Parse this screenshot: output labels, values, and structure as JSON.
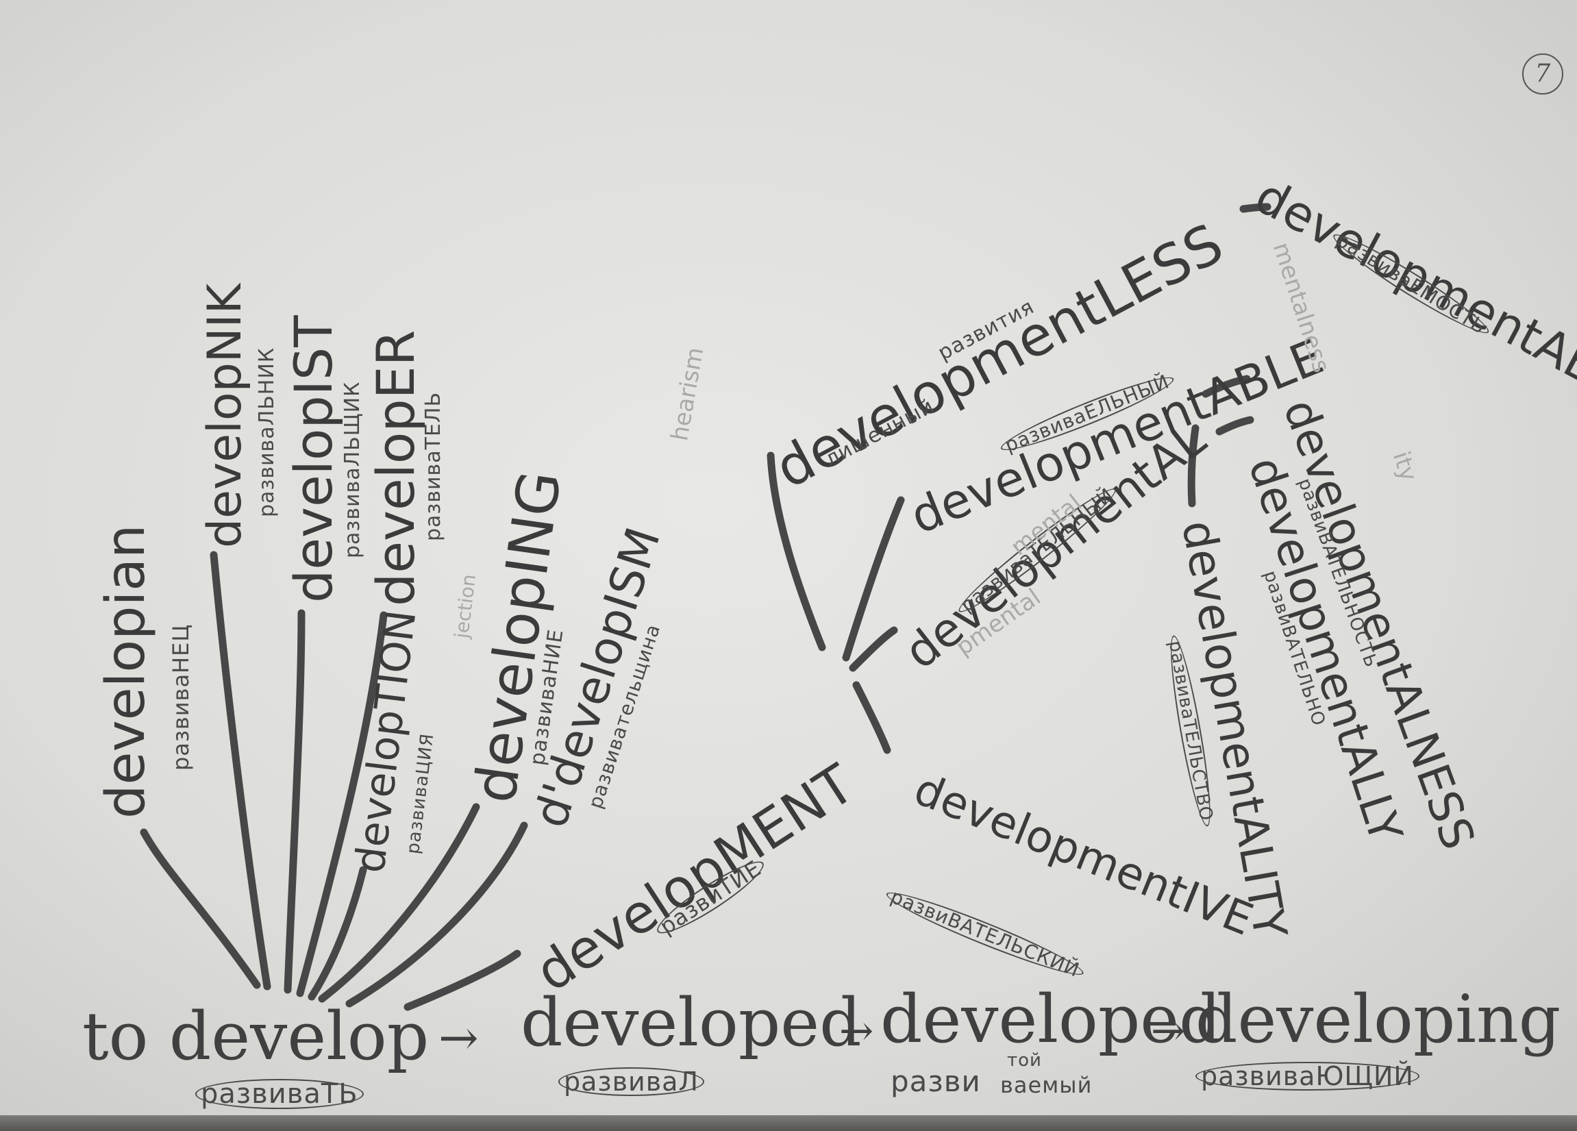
{
  "page_number": "7",
  "base_row": {
    "to_develop": "to develop",
    "to_develop_tr": "развиваТЬ",
    "developed_1": "developed",
    "developed_1_tr": "развиваЛ",
    "developed_2": "developed",
    "developed_2_tr_a": "разви",
    "developed_2_tr_b": "той",
    "developed_2_tr_c": "ваемый",
    "developing": "developing",
    "developing_tr": "развиваЮЩИЙ"
  },
  "fan": [
    {
      "word": "developian",
      "tr": "развиваНЕЦ"
    },
    {
      "word": "developNIK",
      "tr": "развиваЛЬНИК"
    },
    {
      "word": "developIST",
      "tr": "развиваЛЬЩИК"
    },
    {
      "word": "developER",
      "tr": "развиваТЕЛЬ"
    },
    {
      "word": "developTION",
      "tr": "развиваЦИЯ",
      "note": "jection"
    },
    {
      "word": "developING",
      "tr": "развиваНИЕ"
    },
    {
      "word": "d'developISM",
      "tr": "развивательщина"
    }
  ],
  "development": {
    "word": "developMENT",
    "tr": "развиТИЕ"
  },
  "branches": [
    {
      "word": "developmentLESS",
      "tr_a": "лишенный",
      "tr_b": "развития"
    },
    {
      "word": "developmentABLE",
      "tr": "развиваЕЛЬНЫЙ"
    },
    {
      "word": "developmentABILITY",
      "tr": "развиваЕМОСТЬ"
    },
    {
      "word": "developmentAL",
      "tr": "развиваТЕЛЬНЫЙ"
    },
    {
      "word": "developmentALNESS",
      "tr": "развиВАТЕЛЬНОСТЬ"
    },
    {
      "word": "developmentALLY",
      "tr": "развиВАТЕЛЬНО"
    },
    {
      "word": "developmentALITY",
      "tr": "развиваТЕЛЬСТВО"
    },
    {
      "word": "developmentIVE",
      "tr": "развиВАТЕЛЬСКИЙ"
    }
  ],
  "pencil_notes": [
    "hearism",
    "mentalness",
    "ity",
    "mental",
    "pmental"
  ]
}
